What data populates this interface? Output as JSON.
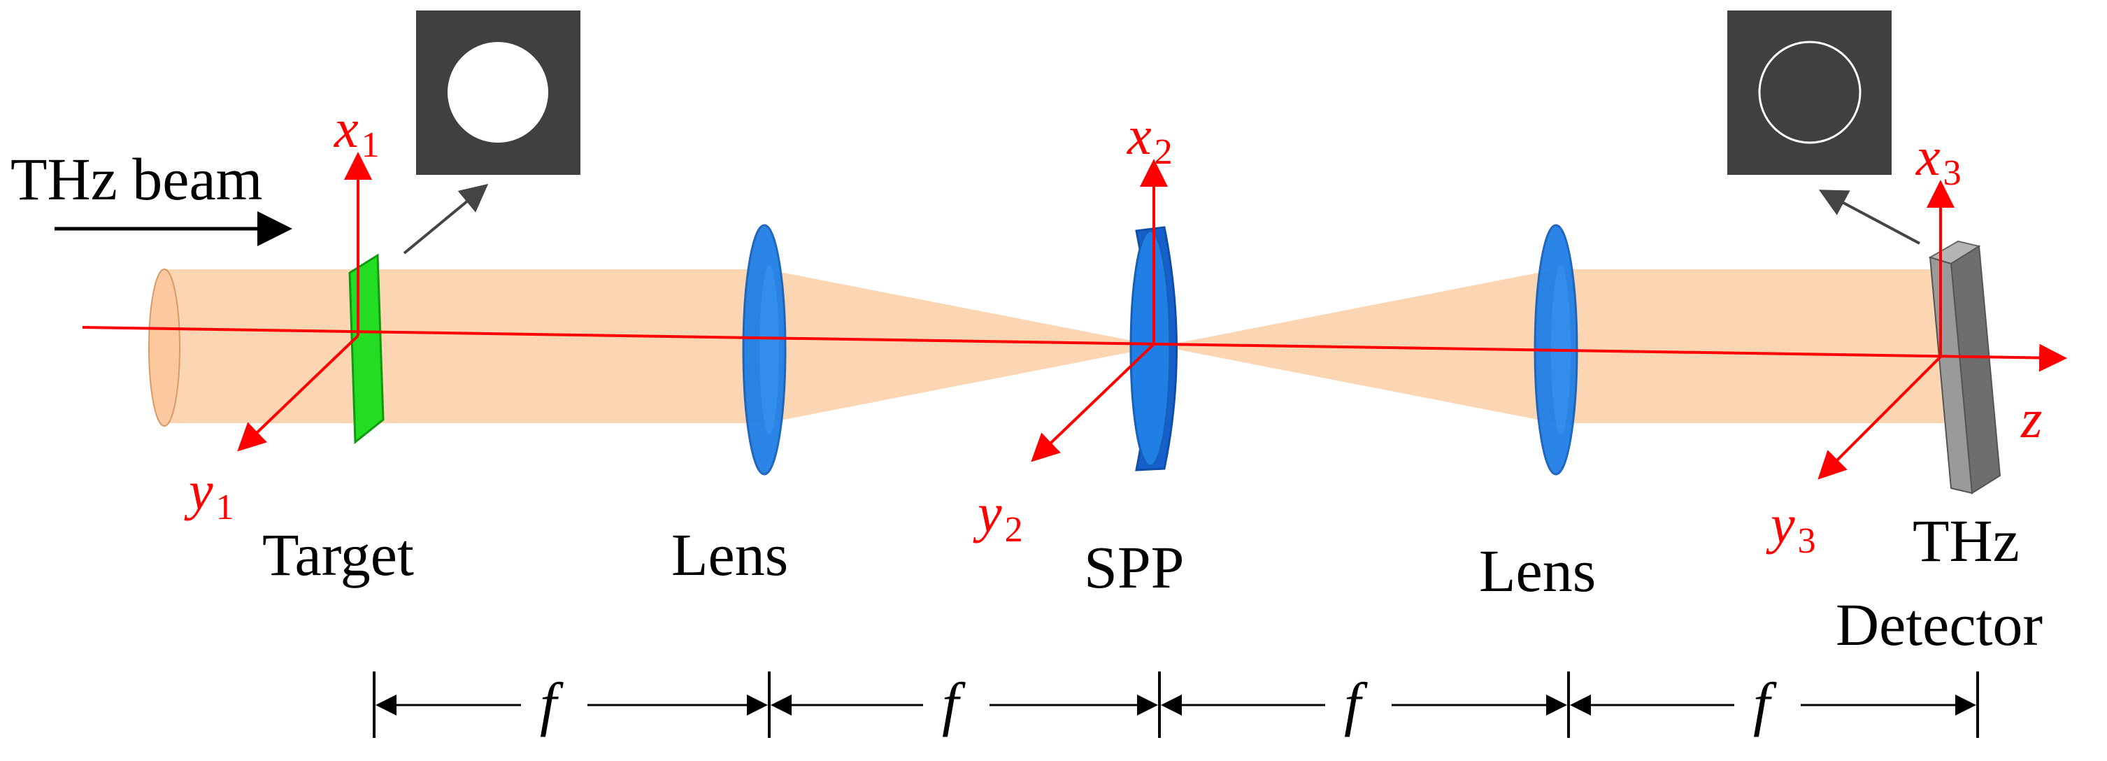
{
  "labels": {
    "beam": "THz beam",
    "target": "Target",
    "lens1": "Lens",
    "spp": "SPP",
    "lens2": "Lens",
    "detector_line1": "THz",
    "detector_line2": "Detector",
    "z_axis": "z"
  },
  "axes": {
    "x1": {
      "base": "x",
      "sub": "1"
    },
    "y1": {
      "base": "y",
      "sub": "1"
    },
    "x2": {
      "base": "x",
      "sub": "2"
    },
    "y2": {
      "base": "y",
      "sub": "2"
    },
    "x3": {
      "base": "x",
      "sub": "3"
    },
    "y3": {
      "base": "y",
      "sub": "3"
    }
  },
  "focal": {
    "label": "f",
    "segments": [
      "f",
      "f",
      "f",
      "f"
    ]
  },
  "colors": {
    "beam": "#fcd0aa",
    "axis": "#ff0000",
    "lens": "#1f7fe5",
    "target": "#22dd22",
    "detector": "#8a8a8a",
    "inset_bg": "#404040"
  },
  "insets": {
    "input": "solid-disk",
    "output": "ring"
  }
}
